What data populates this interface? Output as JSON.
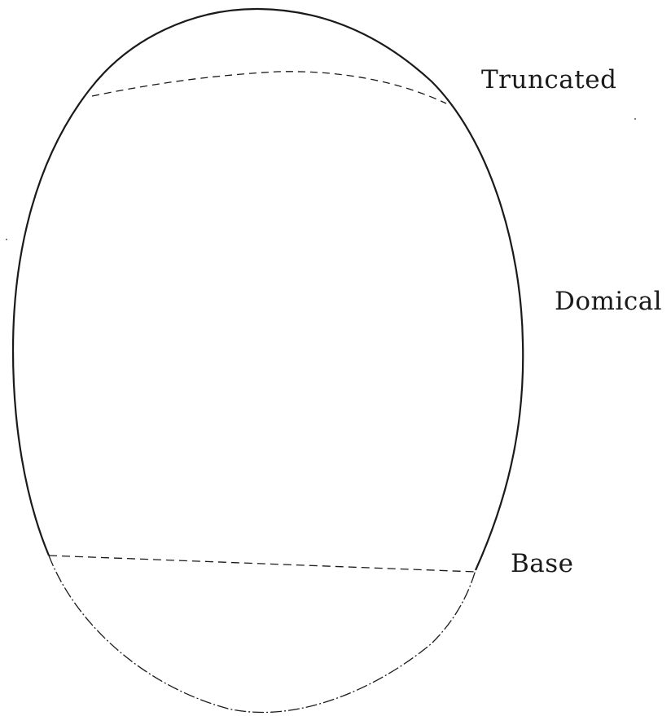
{
  "labels": {
    "truncated": "Truncated",
    "domical": "Domical",
    "base": "Base"
  },
  "colors": {
    "ink": "#1a1a1a",
    "background": "#ffffff"
  }
}
